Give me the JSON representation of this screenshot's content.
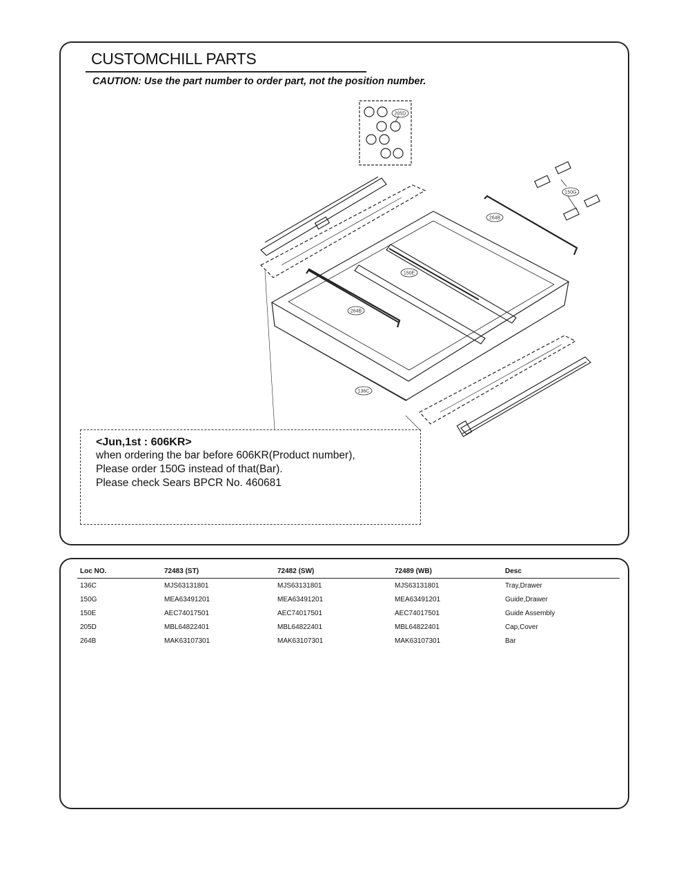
{
  "header": {
    "title": "CUSTOMCHILL PARTS",
    "caution": "CAUTION: Use the part number to order part, not the position number."
  },
  "diagram": {
    "callouts": {
      "c205d": "205D",
      "c150g": "150G",
      "c264b_top": "264B",
      "c150e": "150E",
      "c264b_left": "264B",
      "c136c": "136C"
    }
  },
  "note": {
    "heading": "<Jun,1st : 606KR>",
    "lines": [
      "when ordering the bar before 606KR(Product number),",
      "Please order 150G instead of that(Bar).",
      "Please check Sears BPCR No. 460681"
    ]
  },
  "table": {
    "headers": [
      "Loc NO.",
      "72483 (ST)",
      "72482 (SW)",
      "72489 (WB)",
      "Desc"
    ],
    "rows": [
      [
        "136C",
        "MJS63131801",
        "MJS63131801",
        "MJS63131801",
        "Tray,Drawer"
      ],
      [
        "150G",
        "MEA63491201",
        "MEA63491201",
        "MEA63491201",
        "Guide,Drawer"
      ],
      [
        "150E",
        "AEC74017501",
        "AEC74017501",
        "AEC74017501",
        "Guide Assembly"
      ],
      [
        "205D",
        "MBL64822401",
        "MBL64822401",
        "MBL64822401",
        "Cap,Cover"
      ],
      [
        "264B",
        "MAK63107301",
        "MAK63107301",
        "MAK63107301",
        "Bar"
      ]
    ]
  }
}
